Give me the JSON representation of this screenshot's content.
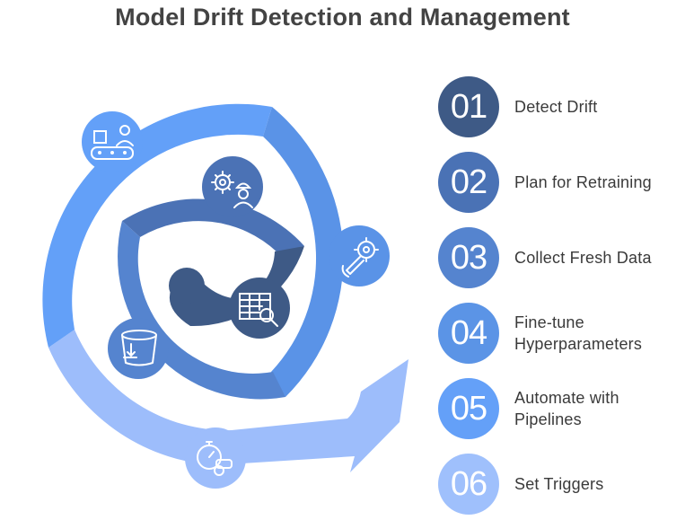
{
  "title": "Model Drift Detection and Management",
  "steps": [
    {
      "number": "01",
      "label": "Detect Drift",
      "color": "#3e5a86",
      "icon": "data-table-search-icon"
    },
    {
      "number": "02",
      "label": "Plan for Retraining",
      "color": "#4a72b5",
      "icon": "gear-worker-icon"
    },
    {
      "number": "03",
      "label": "Collect Fresh Data",
      "color": "#5584cf",
      "icon": "bucket-download-icon"
    },
    {
      "number": "04",
      "label": "Fine-tune\nHyperparameters",
      "color": "#5b94e6",
      "icon": "wrench-gear-icon"
    },
    {
      "number": "05",
      "label": "Automate with\nPipelines",
      "color": "#64a0f8",
      "icon": "conveyor-worker-icon"
    },
    {
      "number": "06",
      "label": "Set Triggers",
      "color": "#9fc0fc",
      "icon": "stopwatch-whistle-icon"
    }
  ]
}
